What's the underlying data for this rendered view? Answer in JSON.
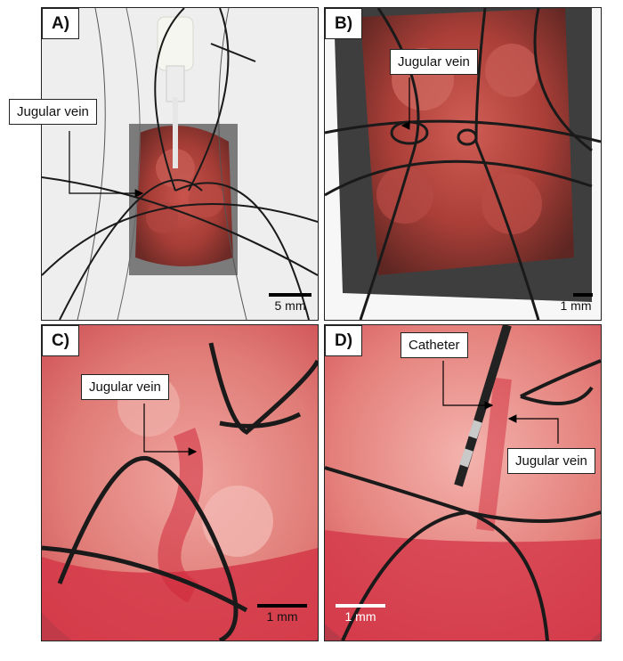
{
  "panels": [
    {
      "letter": "A)",
      "callout": "Jugular vein",
      "scale": "5 mm"
    },
    {
      "letter": "B)",
      "callout": "Jugular vein",
      "scale": "1 mm"
    },
    {
      "letter": "C)",
      "callout": "Jugular vein",
      "scale": "1 mm"
    },
    {
      "letter": "D)",
      "callout": "Jugular vein",
      "callout2": "Catheter",
      "scale": "1 mm"
    }
  ],
  "colors": {
    "tissue": "#b5453f",
    "suture": "#1a1a1a",
    "blood": "#d8323f"
  }
}
